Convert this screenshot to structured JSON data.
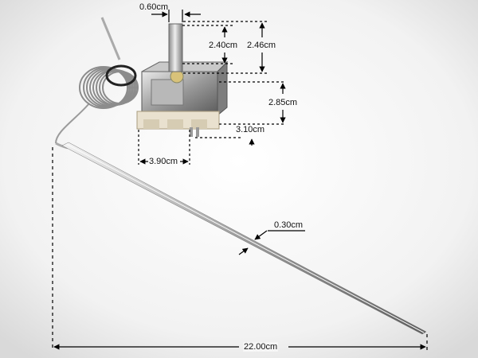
{
  "labels": {
    "shaft_diameter": "0.60cm",
    "shaft_height_inner": "2.40cm",
    "shaft_height_outer": "2.46cm",
    "body_height": "2.85cm",
    "body_depth": "3.10cm",
    "body_width": "3.90cm",
    "probe_diameter": "0.30cm",
    "total_length": "22.00cm"
  }
}
